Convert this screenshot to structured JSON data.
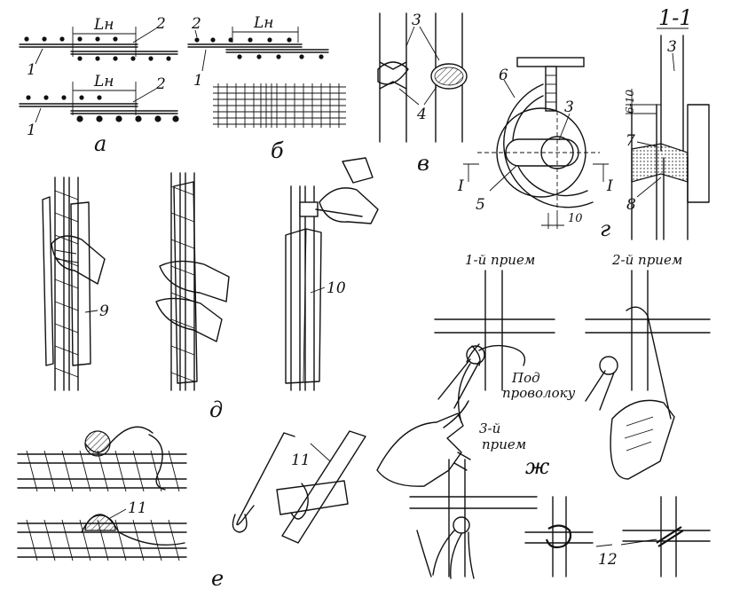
{
  "labels": {
    "lh": "Lн",
    "n1": "1",
    "n2": "2",
    "n3": "3",
    "n4": "4",
    "n5": "5",
    "n6": "6",
    "n7": "7",
    "n8": "8",
    "n9": "9",
    "n10": "10",
    "n11": "11",
    "n12": "12",
    "section": "1-1",
    "cut_mark": "I",
    "gap_dim": "6-10",
    "width_dim": "10"
  },
  "panels": {
    "a": "а",
    "b": "б",
    "v": "в",
    "g": "г",
    "d": "д",
    "e": "е",
    "zh": "ж"
  },
  "captions": {
    "step1": "1-й прием",
    "step2": "2-й прием",
    "step3_line1": "3-й",
    "step3_line2": "прием",
    "under_wire_line1": "Под",
    "under_wire_line2": "проволоку"
  }
}
